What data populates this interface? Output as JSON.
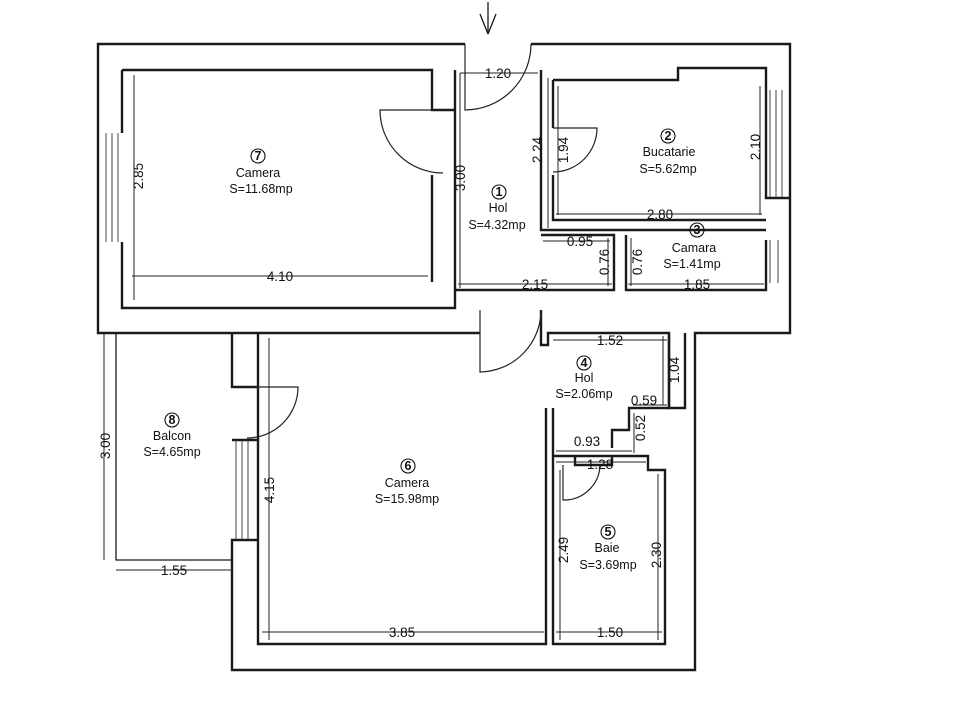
{
  "rooms": [
    {
      "num": "7",
      "name": "Camera",
      "area": "S=11.68mp"
    },
    {
      "num": "1",
      "name": "Hol",
      "area": "S=4.32mp"
    },
    {
      "num": "2",
      "name": "Bucatarie",
      "area": "S=5.62mp"
    },
    {
      "num": "3",
      "name": "Camara",
      "area": "S=1.41mp"
    },
    {
      "num": "4",
      "name": "Hol",
      "area": "S=2.06mp"
    },
    {
      "num": "8",
      "name": "Balcon",
      "area": "S=4.65mp"
    },
    {
      "num": "6",
      "name": "Camera",
      "area": "S=15.98mp"
    },
    {
      "num": "5",
      "name": "Baie",
      "area": "S=3.69mp"
    }
  ],
  "dimensions": {
    "d_1_20": "1.20",
    "d_2_85": "2.85",
    "d_4_10": "4.10",
    "d_3_00_hol": "3.00",
    "d_2_24": "2.24",
    "d_1_94": "1.94",
    "d_2_10": "2.10",
    "d_2_80": "2.80",
    "d_0_95": "0.95",
    "d_0_76_a": "0.76",
    "d_0_76_b": "0.76",
    "d_2_15": "2.15",
    "d_1_85": "1.85",
    "d_1_52": "1.52",
    "d_1_04": "1.04",
    "d_0_59": "0.59",
    "d_0_52": "0.52",
    "d_0_93": "0.93",
    "d_1_28": "1.28",
    "d_3_00_balcon": "3.00",
    "d_4_15": "4.15",
    "d_1_55": "1.55",
    "d_2_49": "2.49",
    "d_2_30": "2.30",
    "d_3_85": "3.85",
    "d_1_50": "1.50"
  }
}
